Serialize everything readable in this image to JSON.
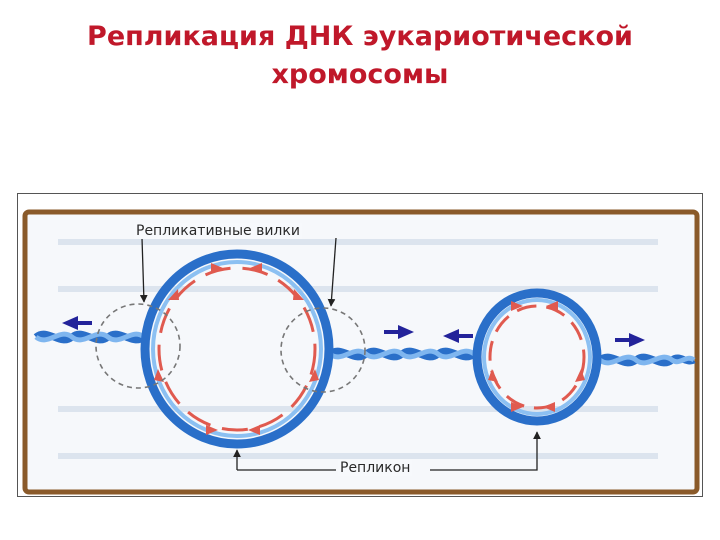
{
  "slide": {
    "title_line1": "Репликация ДНК эукариотической",
    "title_line2": "хромосомы"
  },
  "diagram": {
    "label_forks": "Репликативные вилки",
    "label_replicon": "Репликон",
    "colors": {
      "strand_outer": "#2a6fc9",
      "strand_inner": "#7fb6ef",
      "new_strand": "#e05a4f",
      "arrow": "#23239a",
      "frame": "#8a5a2a",
      "background": "#f6f8fb"
    }
  }
}
